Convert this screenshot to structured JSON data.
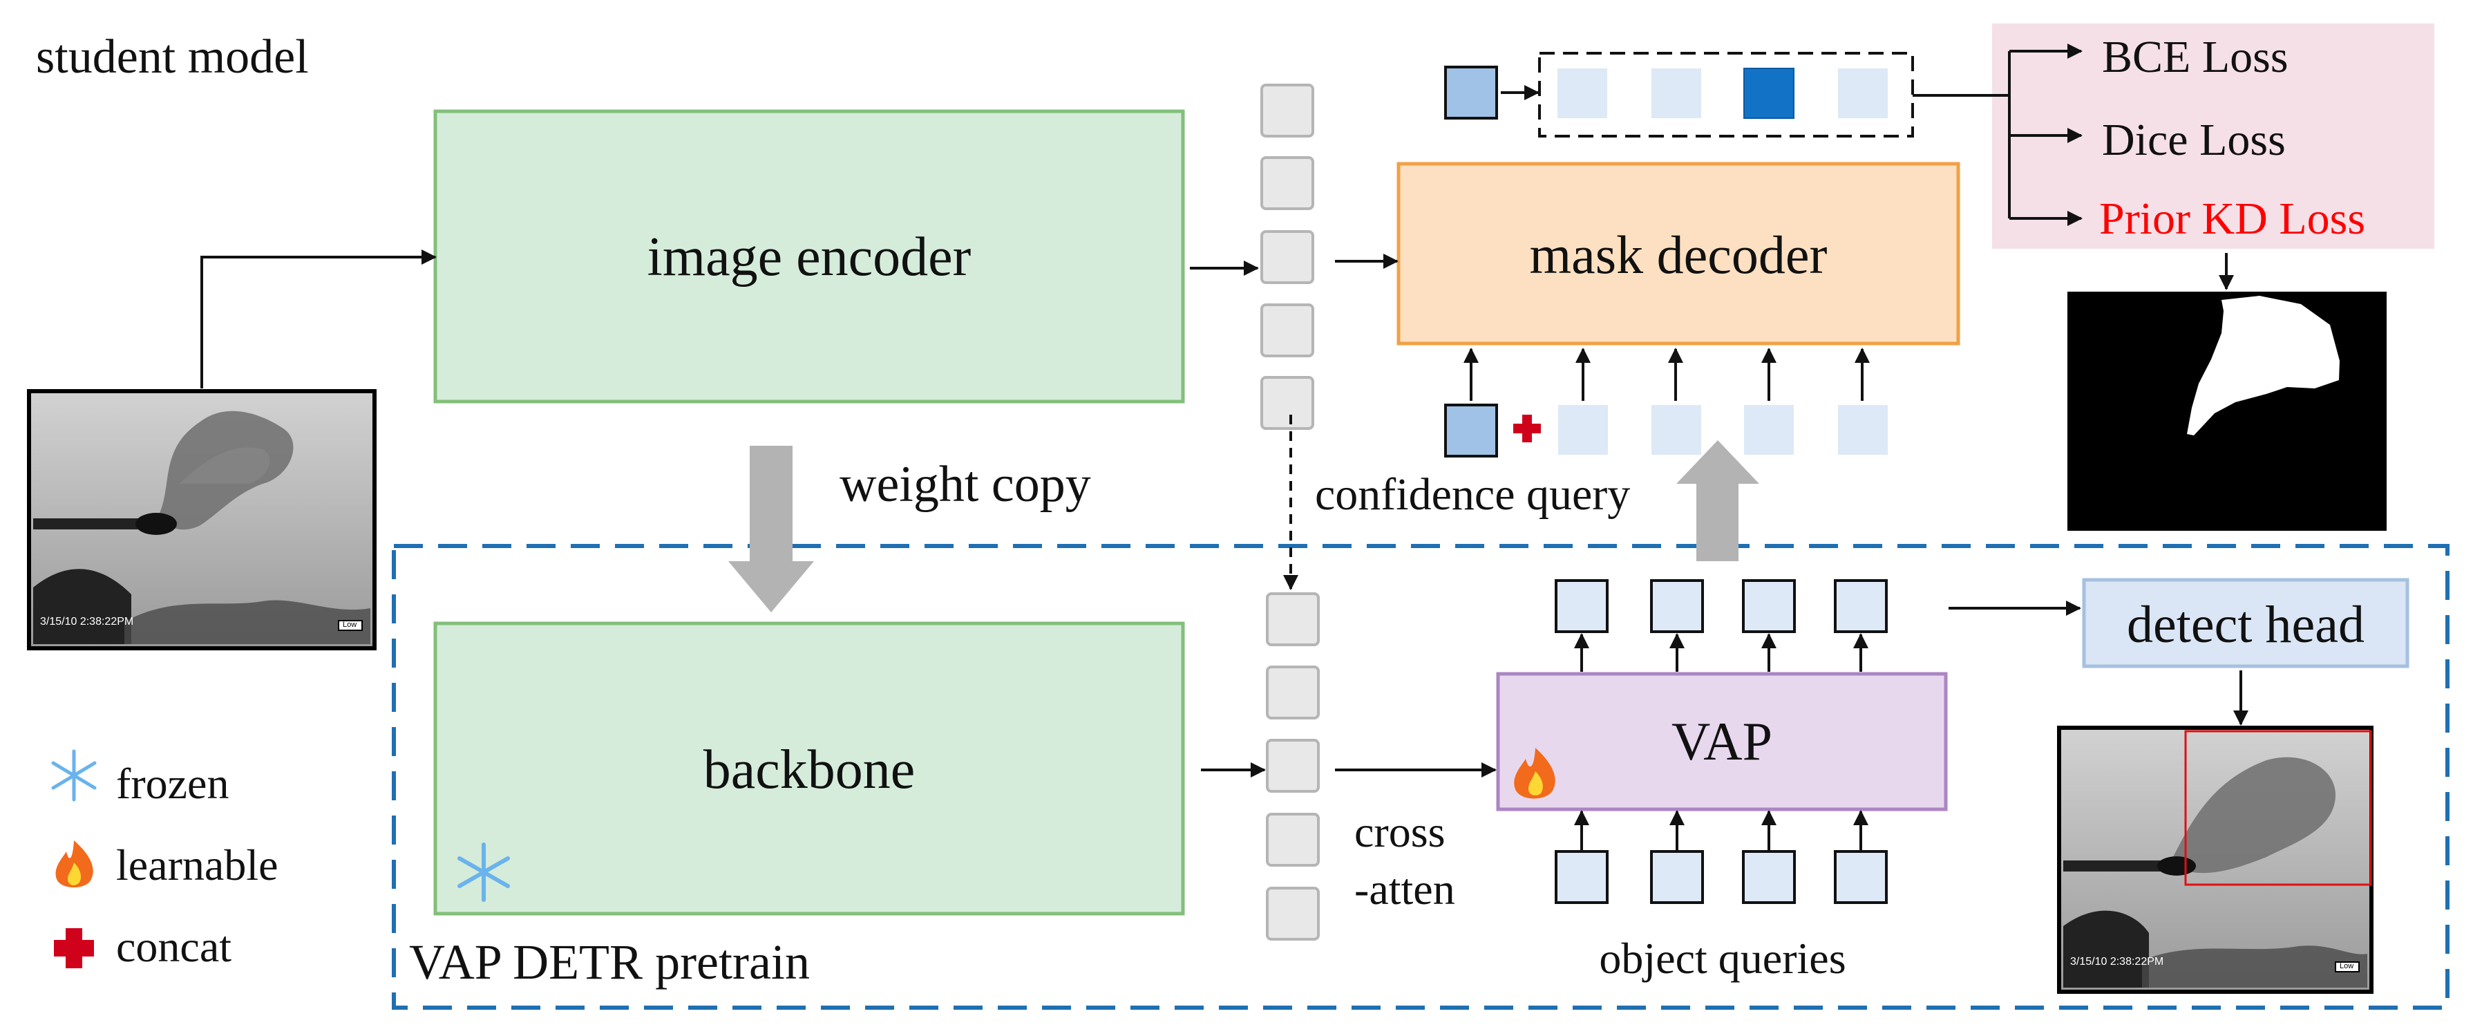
{
  "title": "student model",
  "blocks": {
    "image_encoder": "image encoder",
    "backbone": "backbone",
    "mask_decoder": "mask decoder",
    "vap": "VAP",
    "detect_head": "detect head"
  },
  "labels": {
    "weight_copy": "weight copy",
    "confidence_query": "confidence query",
    "cross_atten_1": "cross",
    "cross_atten_2": "-atten",
    "object_queries": "object queries",
    "pretrain_region": "VAP DETR pretrain"
  },
  "losses": [
    "BCE Loss",
    "Dice Loss",
    "Prior KD Loss"
  ],
  "legend": [
    {
      "icon": "snowflake-icon",
      "label": "frozen"
    },
    {
      "icon": "flame-icon",
      "label": "learnable"
    },
    {
      "icon": "red-cross-icon",
      "label": "concat"
    }
  ],
  "input_image": {
    "timestamp": "3/15/10  2:38:22PM",
    "badge": "Low"
  },
  "output_image": {
    "timestamp": "3/15/10  2:38:22PM",
    "badge": "Low"
  },
  "colors": {
    "encoder_fill": "#d5ecdb",
    "encoder_border": "#82c07a",
    "decoder_fill": "#fde0c1",
    "decoder_border": "#f0a145",
    "vap_fill": "#e8d8ee",
    "vap_border": "#ab86c3",
    "detect_fill": "#dae6f5",
    "detect_border": "#a6c0e0",
    "loss_panel": "#f5e0e8",
    "pretrain_border": "#1f6fb2",
    "token_fill": "#e8e8e8",
    "token_border": "#b5b5b5",
    "query_light": "#dde9f6",
    "query_dark": "#1273c6",
    "query_confidence": "#9fc2e6",
    "prior_kd_text": "#ff0000",
    "arrow_gray": "#b3b3b3"
  }
}
